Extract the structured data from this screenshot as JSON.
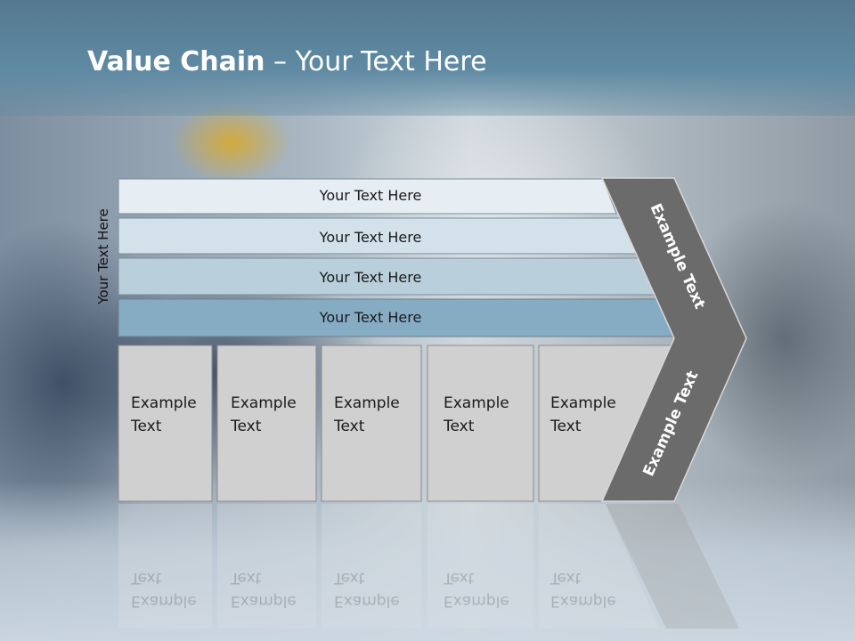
{
  "title": {
    "bold": "Value Chain",
    "rest": " – Your Text Here"
  },
  "side_label": "Your Text Here",
  "bars": [
    "Your Text Here",
    "Your Text Here",
    "Your Text Here",
    "Your Text Here"
  ],
  "boxes": [
    {
      "line1": "Example",
      "line2": "Text"
    },
    {
      "line1": "Example",
      "line2": "Text"
    },
    {
      "line1": "Example",
      "line2": "Text"
    },
    {
      "line1": "Example",
      "line2": "Text"
    },
    {
      "line1": "Example",
      "line2": "Text"
    }
  ],
  "chevron": {
    "upper": "Example Text",
    "lower": "Example Text"
  },
  "colors": {
    "header": "#5f8aa3",
    "bar1": "#e6eef3",
    "bar2": "#d3e2ea",
    "bar3": "#b9d0dc",
    "bar4": "#86acc4",
    "box": "#d0d0d0",
    "chevron": "#6b6b6b"
  }
}
